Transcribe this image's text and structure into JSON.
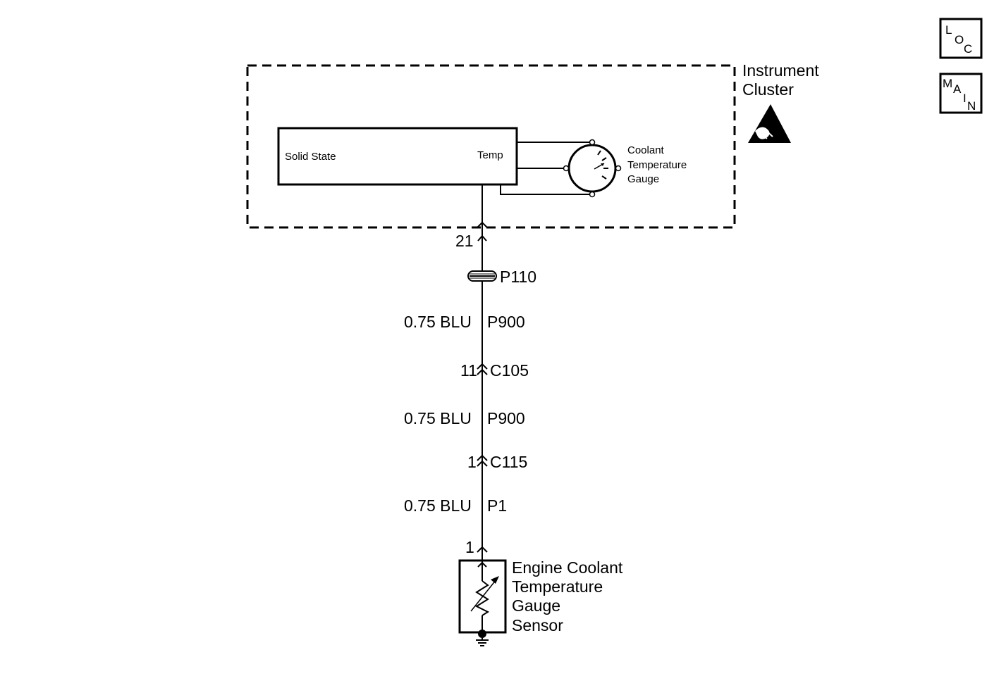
{
  "cluster": {
    "label_line1": "Instrument",
    "label_line2": "Cluster",
    "module_label": "Solid State",
    "pin_label": "Temp",
    "gauge_line1": "Coolant",
    "gauge_line2": "Temperature",
    "gauge_line3": "Gauge",
    "esd_icon": "esd-sensitive-warning-icon"
  },
  "nav": {
    "loc_letters": [
      "L",
      "O",
      "C"
    ],
    "main_letters": [
      "M",
      "A",
      "I",
      "N"
    ]
  },
  "circuit": {
    "cluster_pin": "21",
    "splice": "P110",
    "wire1_size_color": "0.75 BLU",
    "wire1_circuit": "P900",
    "conn1_pin": "11",
    "conn1_name": "C105",
    "wire2_size_color": "0.75 BLU",
    "wire2_circuit": "P900",
    "conn2_pin": "1",
    "conn2_name": "C115",
    "wire3_size_color": "0.75 BLU",
    "wire3_circuit": "P1",
    "sensor_pin": "1"
  },
  "sensor": {
    "line1": "Engine Coolant",
    "line2": "Temperature",
    "line3": "Gauge",
    "line4": "Sensor"
  }
}
